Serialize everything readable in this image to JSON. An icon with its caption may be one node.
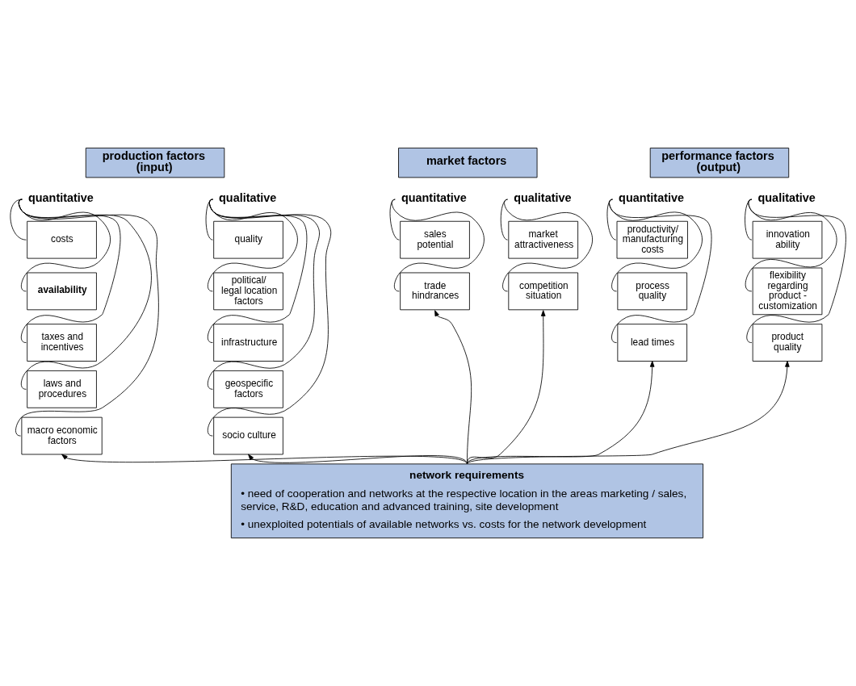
{
  "diagram": {
    "nodes": [
      {
        "text": [
          "production factors (input)"
        ]
      },
      {
        "text": [
          "market factors"
        ]
      },
      {
        "text": [
          "performance factors (output)"
        ]
      },
      {
        "text": [
          "quantitative"
        ]
      },
      {
        "text": [
          "qualitative"
        ]
      },
      {
        "text": [
          "quantitative"
        ]
      },
      {
        "text": [
          "qualitative"
        ]
      },
      {
        "text": [
          "quantitative"
        ]
      },
      {
        "text": [
          "qualitative"
        ]
      },
      {
        "text": [
          "costs"
        ]
      },
      {
        "text": [
          "availability"
        ]
      },
      {
        "text": [
          "taxes and incentives"
        ]
      },
      {
        "text": [
          "laws and procedures"
        ]
      },
      {
        "text": [
          "macro economic factors"
        ]
      },
      {
        "text": [
          "quality"
        ]
      },
      {
        "text": [
          "political/ legal location factors"
        ]
      },
      {
        "text": [
          "infrastructure"
        ]
      },
      {
        "text": [
          "geospecific factors"
        ]
      },
      {
        "text": [
          "socio culture"
        ]
      },
      {
        "text": [
          "sales potential"
        ]
      },
      {
        "text": [
          "trade hindrances"
        ]
      },
      {
        "text": [
          "market attractiveness"
        ]
      },
      {
        "text": [
          "competition situation"
        ]
      },
      {
        "text": [
          "productivity/ manufacturing costs"
        ]
      },
      {
        "text": [
          "process quality"
        ]
      },
      {
        "text": [
          "lead times"
        ]
      },
      {
        "text": [
          "innovation ability"
        ]
      },
      {
        "text": [
          "flexibility regarding product - customization"
        ]
      },
      {
        "text": [
          "product quality"
        ]
      },
      {
        "text": [
          "network requirements",
          "• need of cooperation and networks at the respective location in the areas marketing / sales, service, R&D, education and advanced training, site development",
          "• unexploited potentials of available networks vs. costs for the network development"
        ]
      }
    ],
    "edges": [
      {
        "from": 3,
        "to": 9,
        "arrow": "none"
      },
      {
        "from": 3,
        "to": 10,
        "arrow": "none"
      },
      {
        "from": 3,
        "to": 11,
        "arrow": "none"
      },
      {
        "from": 3,
        "to": 12,
        "arrow": "none"
      },
      {
        "from": 3,
        "to": 13,
        "arrow": "none"
      },
      {
        "from": 4,
        "to": 14,
        "arrow": "none"
      },
      {
        "from": 4,
        "to": 15,
        "arrow": "none"
      },
      {
        "from": 4,
        "to": 16,
        "arrow": "none"
      },
      {
        "from": 4,
        "to": 17,
        "arrow": "none"
      },
      {
        "from": 4,
        "to": 18,
        "arrow": "none"
      },
      {
        "from": 5,
        "to": 19,
        "arrow": "none"
      },
      {
        "from": 5,
        "to": 20,
        "arrow": "none"
      },
      {
        "from": 6,
        "to": 21,
        "arrow": "none"
      },
      {
        "from": 6,
        "to": 22,
        "arrow": "none"
      },
      {
        "from": 7,
        "to": 23,
        "arrow": "none"
      },
      {
        "from": 7,
        "to": 24,
        "arrow": "none"
      },
      {
        "from": 7,
        "to": 25,
        "arrow": "none"
      },
      {
        "from": 8,
        "to": 26,
        "arrow": "none"
      },
      {
        "from": 8,
        "to": 27,
        "arrow": "none"
      },
      {
        "from": 8,
        "to": 28,
        "arrow": "none"
      },
      {
        "from": 29,
        "to": 13,
        "arrow": "to"
      },
      {
        "from": 29,
        "to": 18,
        "arrow": "to"
      },
      {
        "from": 29,
        "to": 20,
        "arrow": "to"
      },
      {
        "from": 29,
        "to": 22,
        "arrow": "to"
      },
      {
        "from": 29,
        "to": 25,
        "arrow": "to"
      },
      {
        "from": 29,
        "to": 28,
        "arrow": "to"
      }
    ]
  }
}
